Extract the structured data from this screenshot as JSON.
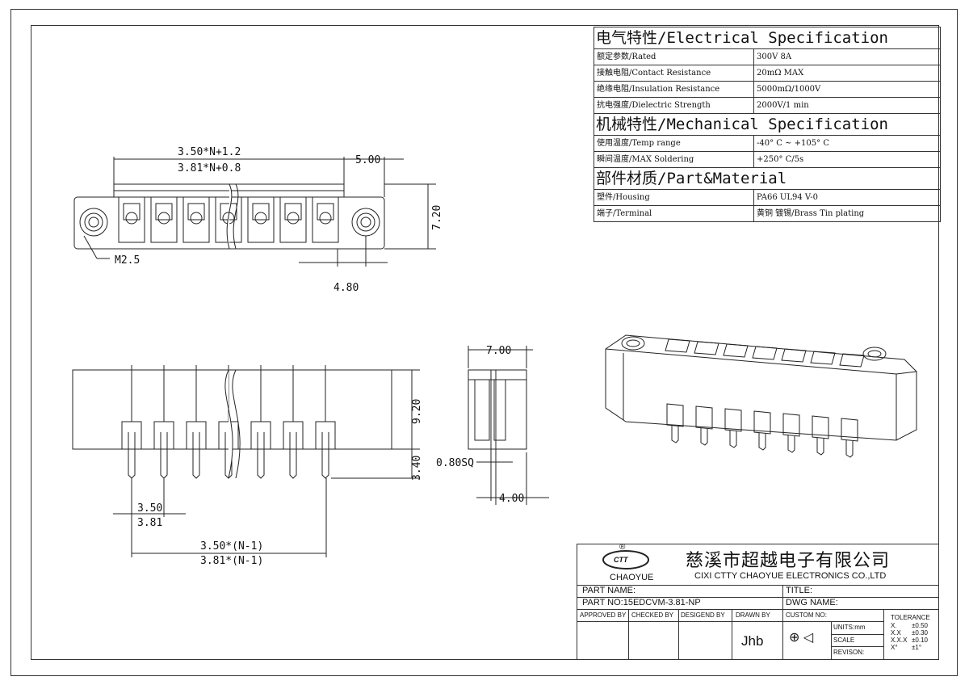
{
  "electrical": {
    "heading": "电气特性/Electrical Specification",
    "rows": [
      {
        "label": "额定参数/Rated",
        "value": "300V  8A"
      },
      {
        "label": "接触电阻/Contact Resistance",
        "value": "20mΩ MAX"
      },
      {
        "label": "绝缘电阻/Insulation Resistance",
        "value": "5000mΩ/1000V"
      },
      {
        "label": "抗电强度/Dielectric Strength",
        "value": "2000V/1 min"
      }
    ]
  },
  "mechanical": {
    "heading": "机械特性/Mechanical Specification",
    "rows": [
      {
        "label": "使用温度/Temp range",
        "value": "-40° C ~ +105° C"
      },
      {
        "label": "瞬间温度/MAX Soldering",
        "value": "+250° C/5s"
      }
    ]
  },
  "material": {
    "heading": "部件材质/Part&Material",
    "rows": [
      {
        "label": "塑件/Housing",
        "value": "PA66 UL94 V-0"
      },
      {
        "label": "端子/Terminal",
        "value": "黄铜 镀锡/Brass Tin plating"
      }
    ]
  },
  "dimensions": {
    "pitch_formula_350": "3.50*N+1.2",
    "pitch_formula_381": "3.81*N+0.8",
    "end_offset": "5.00",
    "height": "7.20",
    "screw": "M2.5",
    "screw_spacing": "4.80",
    "body_height": "9.20",
    "pin_length": "3.40",
    "pitch_350": "3.50",
    "pitch_381": "3.81",
    "span_350": "3.50*(N-1)",
    "span_381": "3.81*(N-1)",
    "side_width": "7.00",
    "pin_square": "0.80SQ",
    "pin_offset": "4.00"
  },
  "title_block": {
    "company_cn": "慈溪市超越电子有限公司",
    "company_en": "CIXI CTTY CHAOYUE ELECTRONICS CO.,LTD",
    "logo_text": "CHAOYUE",
    "logo_mark": "CTT",
    "registered": "®",
    "part_name_label": "PART NAME:",
    "part_no_label": "PART NO:15EDCVM-3.81-NP",
    "title_label": "TITLE:",
    "dwg_name_label": "DWG NAME:",
    "approved_by": "APPROVED BY",
    "checked_by": "CHECKED BY",
    "designed_by": "DESIGEND BY",
    "drawn_by": "DRAWN BY",
    "drawn_by_value": "Jhb",
    "custom_no": "CUSTOM NO:",
    "units": "UNITS:mm",
    "scale": "SCALE",
    "revision": "REVISON:",
    "tolerance_heading": "TOLERANCE",
    "tolerances": [
      {
        "k": "X.",
        "v": "±0.50"
      },
      {
        "k": "X.X",
        "v": "±0.30"
      },
      {
        "k": "X.X.X",
        "v": "±0.10"
      },
      {
        "k": "X°",
        "v": "±1°"
      }
    ]
  }
}
